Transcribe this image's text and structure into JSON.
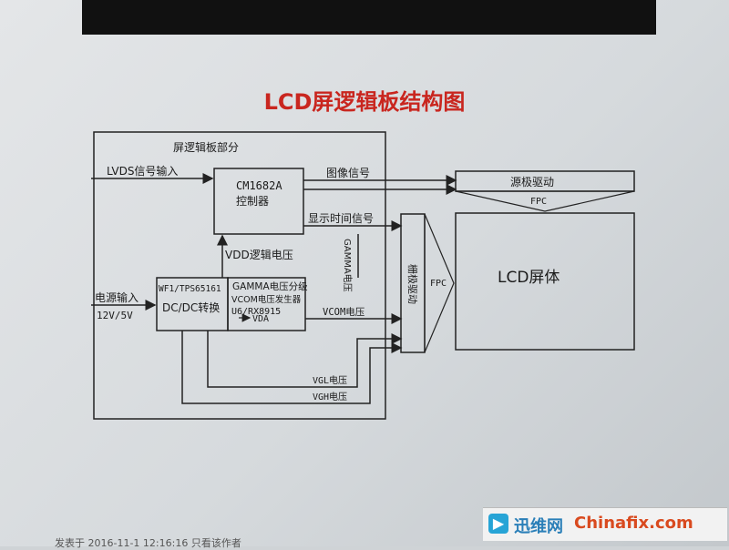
{
  "diagram": {
    "title": "LCD屏逻辑板结构图",
    "nodes": {
      "logic_board": "屏逻辑板部分",
      "controller_line1": "CM1682A",
      "controller_line2": "控制器",
      "power_ic_line1": "WF1/TPS65161",
      "power_ic_line2": "DC/DC转换",
      "gamma_line1": "GAMMA电压分级",
      "gamma_line2": "VCOM电压发生器",
      "gamma_line3": "U6/RX8915",
      "source_driver": "源极驱动",
      "gate_driver": "栅极驱动",
      "lcd_panel": "LCD屏体",
      "fpc_top": "FPC",
      "fpc_side": "FPC"
    },
    "edges": {
      "lvds_in": "LVDS信号输入",
      "image_signal": "图像信号",
      "timing_signal": "显示时间信号",
      "vdd_logic": "VDD逻辑电压",
      "gamma_voltage": "GAMMA电压",
      "power_in": "电源输入",
      "power_spec": "12V/5V",
      "vda": "VDA",
      "vcom": "VCOM电压",
      "vgl": "VGL电压",
      "vgh": "VGH电压"
    }
  },
  "watermark": {
    "cn": "迅维网",
    "en": "Chinafix.com",
    "icon": "chinafix-logo-icon"
  },
  "footer": {
    "text": "发表于 2016-11-1 12:16:16    只看该作者"
  },
  "colors": {
    "title": "#c9261f",
    "line": "#222222"
  }
}
